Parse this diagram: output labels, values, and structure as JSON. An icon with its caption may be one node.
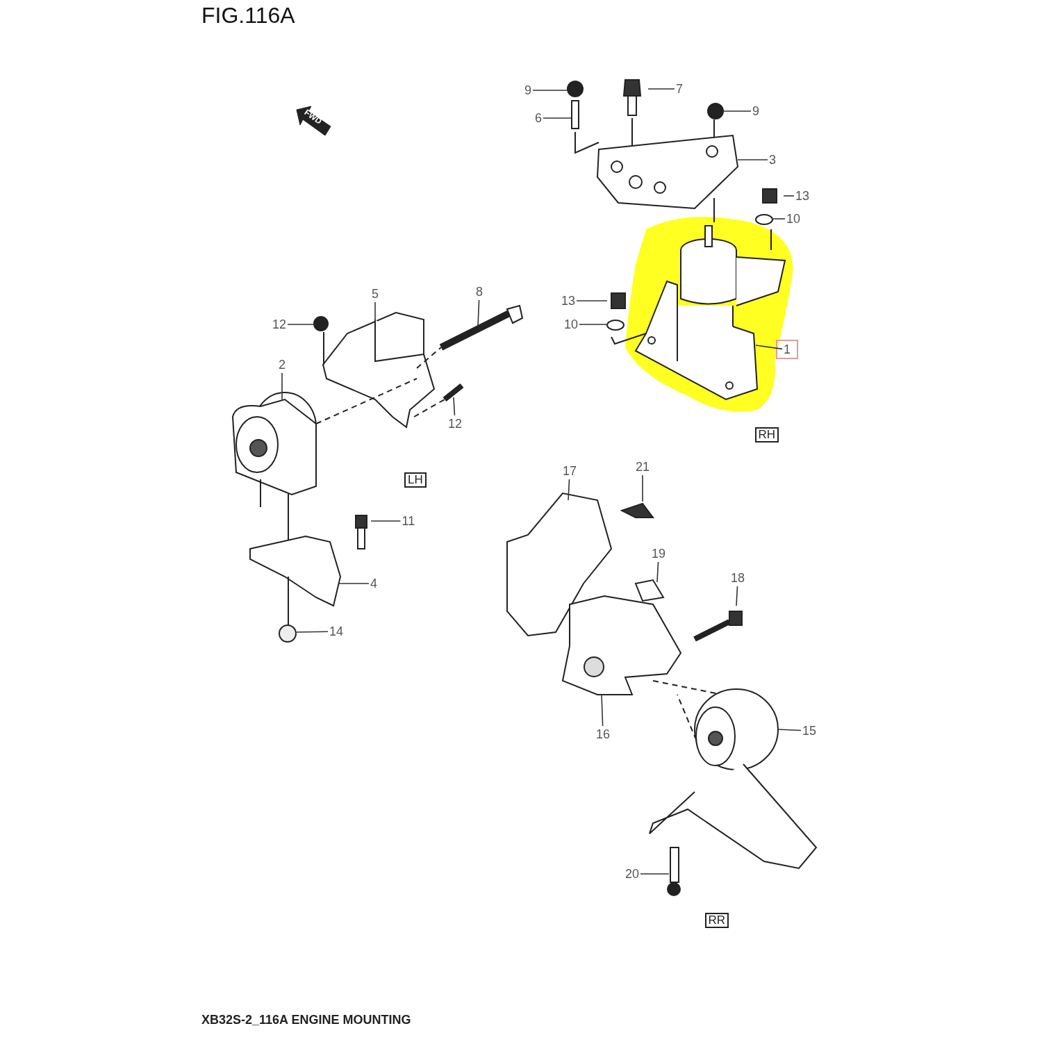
{
  "diagram": {
    "title": "FIG.116A",
    "caption": "XB32S-2_116A ENGINE MOUNTING",
    "nodes": [
      {
        "text": [
          "9"
        ]
      },
      {
        "text": [
          "7"
        ]
      },
      {
        "text": [
          "6"
        ]
      },
      {
        "text": [
          "9"
        ]
      },
      {
        "text": [
          "3"
        ]
      },
      {
        "text": [
          "13"
        ]
      },
      {
        "text": [
          "10"
        ]
      },
      {
        "text": [
          "8"
        ]
      },
      {
        "text": [
          "5"
        ]
      },
      {
        "text": [
          "13"
        ]
      },
      {
        "text": [
          "12"
        ]
      },
      {
        "text": [
          "10"
        ]
      },
      {
        "text": [
          "1"
        ]
      },
      {
        "text": [
          "2"
        ]
      },
      {
        "text": [
          "12"
        ]
      },
      {
        "text": [
          "RH"
        ]
      },
      {
        "text": [
          "LH"
        ]
      },
      {
        "text": [
          "17"
        ]
      },
      {
        "text": [
          "21"
        ]
      },
      {
        "text": [
          "11"
        ]
      },
      {
        "text": [
          "19"
        ]
      },
      {
        "text": [
          "4"
        ]
      },
      {
        "text": [
          "18"
        ]
      },
      {
        "text": [
          "14"
        ]
      },
      {
        "text": [
          "15"
        ]
      },
      {
        "text": [
          "16"
        ]
      },
      {
        "text": [
          "20"
        ]
      },
      {
        "text": [
          "RR"
        ]
      }
    ],
    "edges": [
      {
        "from": 0,
        "to": null,
        "arrow": "none"
      },
      {
        "from": 1,
        "to": null,
        "arrow": "none"
      },
      {
        "from": 2,
        "to": null,
        "arrow": "none"
      },
      {
        "from": 3,
        "to": null,
        "arrow": "none"
      },
      {
        "from": 4,
        "to": null,
        "arrow": "none"
      },
      {
        "from": 5,
        "to": null,
        "arrow": "none"
      },
      {
        "from": 6,
        "to": null,
        "arrow": "none"
      },
      {
        "from": 7,
        "to": null,
        "arrow": "none"
      },
      {
        "from": 8,
        "to": null,
        "arrow": "none"
      },
      {
        "from": 9,
        "to": null,
        "arrow": "none"
      },
      {
        "from": 10,
        "to": null,
        "arrow": "none"
      },
      {
        "from": 11,
        "to": null,
        "arrow": "none"
      },
      {
        "from": 12,
        "to": null,
        "arrow": "none"
      },
      {
        "from": 13,
        "to": null,
        "arrow": "none"
      },
      {
        "from": 14,
        "to": null,
        "arrow": "none"
      },
      {
        "from": 17,
        "to": null,
        "arrow": "none"
      },
      {
        "from": 18,
        "to": null,
        "arrow": "none"
      },
      {
        "from": 19,
        "to": null,
        "arrow": "none"
      },
      {
        "from": 20,
        "to": null,
        "arrow": "none"
      },
      {
        "from": 21,
        "to": null,
        "arrow": "none"
      },
      {
        "from": 22,
        "to": null,
        "arrow": "none"
      },
      {
        "from": 23,
        "to": null,
        "arrow": "none"
      },
      {
        "from": 24,
        "to": null,
        "arrow": "none"
      },
      {
        "from": 25,
        "to": null,
        "arrow": "none"
      },
      {
        "from": 26,
        "to": null,
        "arrow": "none"
      }
    ],
    "labels": [
      "FWD"
    ]
  }
}
